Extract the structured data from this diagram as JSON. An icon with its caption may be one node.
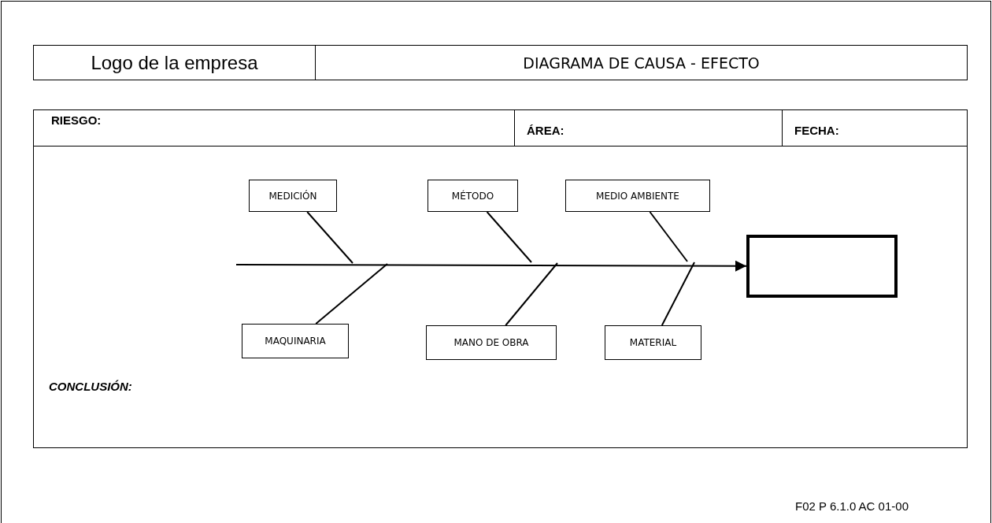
{
  "diagram": {
    "title": "DIAGRAMA DE CAUSA - EFECTO",
    "nodes": [
      {
        "text": [
          "MEDICIÓN"
        ]
      },
      {
        "text": [
          "MÉTODO"
        ]
      },
      {
        "text": [
          "MEDIO AMBIENTE"
        ]
      },
      {
        "text": [],
        "shape": "box"
      },
      {
        "text": [
          "MAQUINARIA"
        ]
      },
      {
        "text": [
          "MANO DE OBRA"
        ]
      },
      {
        "text": [
          "MATERIAL"
        ]
      }
    ],
    "edges": [
      {
        "from": null,
        "to": 3,
        "arrow": "to"
      },
      {
        "from": 0,
        "to": null,
        "arrow": "none"
      },
      {
        "from": 1,
        "to": null,
        "arrow": "none"
      },
      {
        "from": 2,
        "to": null,
        "arrow": "none"
      },
      {
        "from": 4,
        "to": null,
        "arrow": "none"
      },
      {
        "from": 5,
        "to": null,
        "arrow": "none"
      },
      {
        "from": 6,
        "to": null,
        "arrow": "none"
      }
    ],
    "labels": [
      "Logo de la empresa",
      "RIESGO:",
      "ÁREA:",
      "FECHA:",
      "CONCLUSIÓN:",
      "F02 P 6.1.0 AC 01-00"
    ]
  }
}
